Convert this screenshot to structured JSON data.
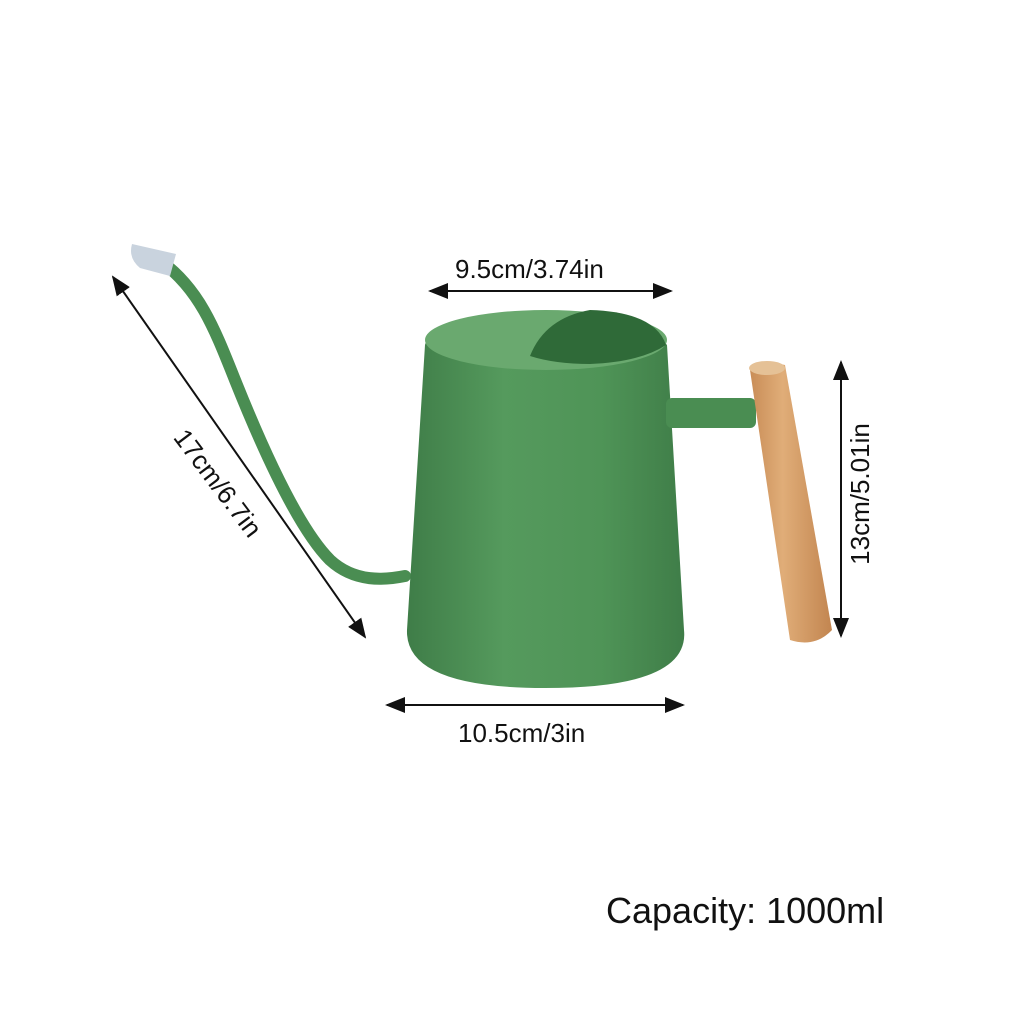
{
  "product": {
    "name": "Watering can",
    "body_color": "#4f9457",
    "body_shadow_color": "#3f7d48",
    "inner_color": "#2f6a38",
    "handle_color": "#d9a46e",
    "spout_cap_color": "#c9d3de"
  },
  "dimensions": {
    "top_width": "9.5cm/3.74in",
    "bottom_width": "10.5cm/3in",
    "handle_height": "13cm/5.01in",
    "spout_length": "17cm/6.7in"
  },
  "capacity": "Capacity: 1000ml"
}
